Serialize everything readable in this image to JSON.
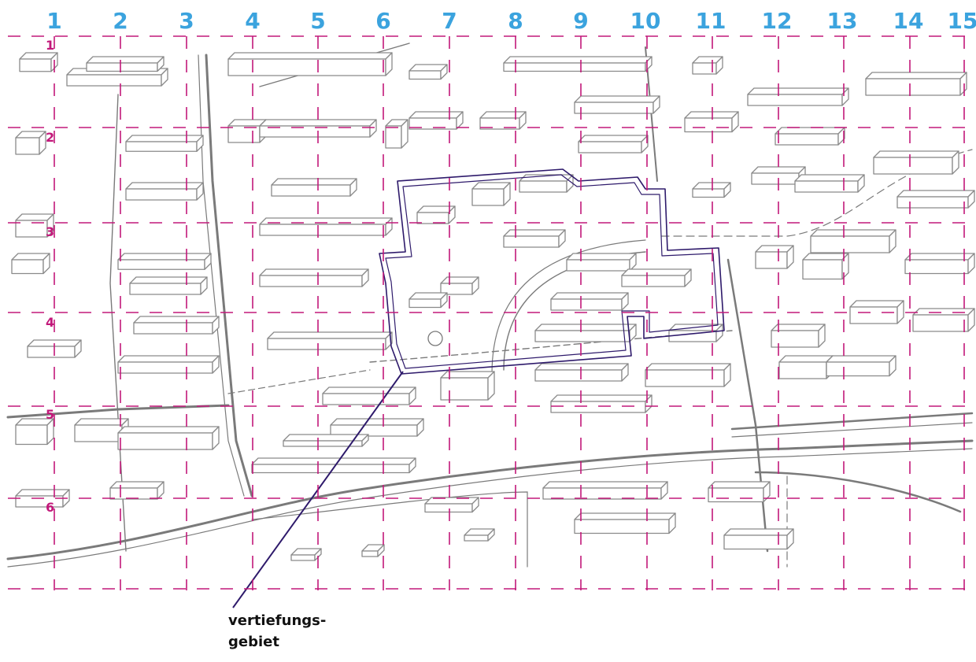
{
  "map": {
    "column_labels": [
      "1",
      "2",
      "3",
      "4",
      "5",
      "6",
      "7",
      "8",
      "9",
      "10",
      "11",
      "12",
      "13",
      "14",
      "15"
    ],
    "row_labels": [
      "1",
      "2",
      "3",
      "4",
      "5",
      "6"
    ],
    "callout": {
      "line1": "vertiefungs-",
      "line2": "gebiet"
    },
    "colors": {
      "column_label": "#3ba3de",
      "grid": "#c2187a",
      "row_label": "#c2187a",
      "boundary": "#2e1a6b",
      "sketch": "#8a8a8a",
      "text": "#111111"
    }
  }
}
